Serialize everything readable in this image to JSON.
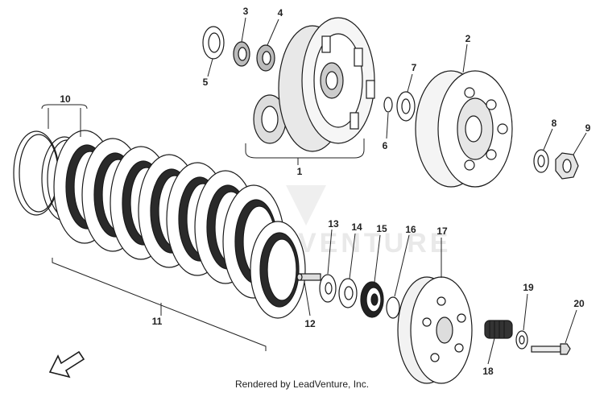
{
  "callouts": {
    "c1": "1",
    "c2": "2",
    "c3": "3",
    "c4": "4",
    "c5": "5",
    "c6": "6",
    "c7": "7",
    "c8": "8",
    "c9": "9",
    "c10": "10",
    "c11": "11",
    "c12": "12",
    "c13": "13",
    "c14": "14",
    "c15": "15",
    "c16": "16",
    "c17": "17",
    "c18": "18",
    "c19": "19",
    "c20": "20"
  },
  "watermark": "VENTURE",
  "credit": "Rendered by LeadVenture, Inc.",
  "icons": {
    "direction": "arrow-down-left-icon"
  },
  "colors": {
    "ink": "#1a1a1a",
    "paper": "#ffffff",
    "watermark": "#e6e6e6"
  }
}
